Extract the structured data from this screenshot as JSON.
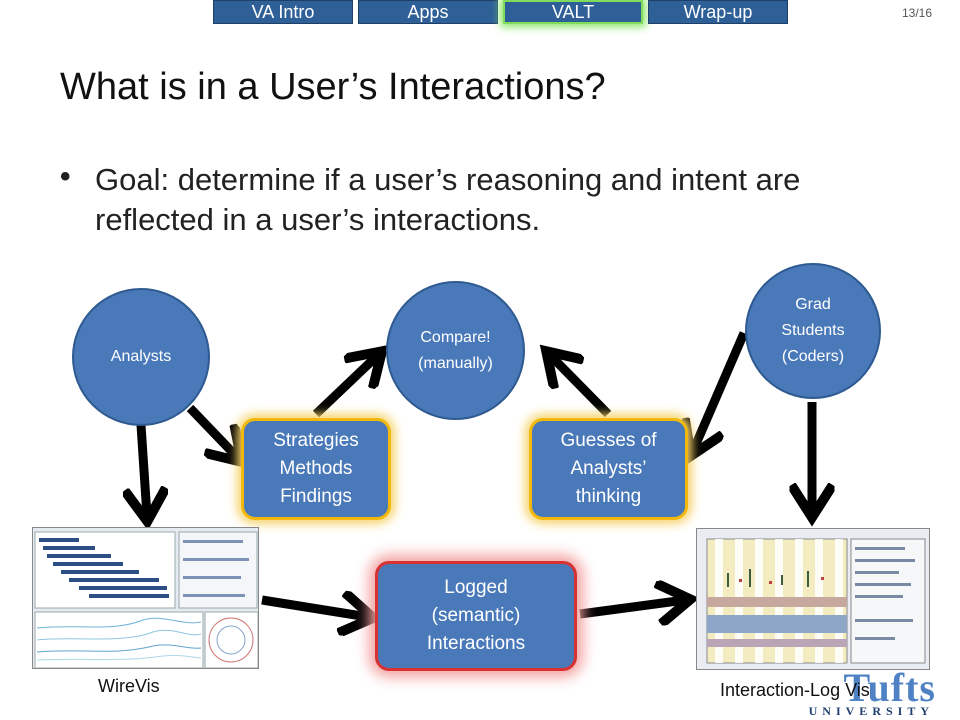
{
  "nav": {
    "tabs": [
      {
        "label": "VA Intro"
      },
      {
        "label": "Apps"
      },
      {
        "label": "VALT"
      },
      {
        "label": "Wrap-up"
      }
    ],
    "active_tab": "VALT",
    "page_number": "13/16"
  },
  "slide": {
    "title": "What is in a User’s Interactions?",
    "bullet_symbol": "•",
    "bullet_text": "Goal: determine if a user’s reasoning and intent are reflected in a user’s interactions."
  },
  "diagram": {
    "nodes": {
      "analysts": "Analysts",
      "compare_line1": "Compare!",
      "compare_line2": "(manually)",
      "grad_line1": "Grad",
      "grad_line2": "Students",
      "grad_line3": "(Coders)",
      "strategies_line1": "Strategies",
      "strategies_line2": "Methods",
      "strategies_line3": "Findings",
      "guesses_line1": "Guesses of",
      "guesses_line2": "Analysts’",
      "guesses_line3": "thinking",
      "logged_line1": "Logged",
      "logged_line2": "(semantic)",
      "logged_line3": "Interactions"
    },
    "captions": {
      "left": "WireVis",
      "right": "Interaction-Log Vis"
    },
    "logo": {
      "wordmark": "Tufts",
      "subtitle": "UNIVERSITY"
    }
  },
  "colors": {
    "node_fill": "#4a79b9",
    "tab_fill": "#2e5f97",
    "highlight_gold": "#f2b90c",
    "highlight_red": "#d93232",
    "active_tab_glow": "#8ce86a",
    "arrow": "#000000"
  }
}
